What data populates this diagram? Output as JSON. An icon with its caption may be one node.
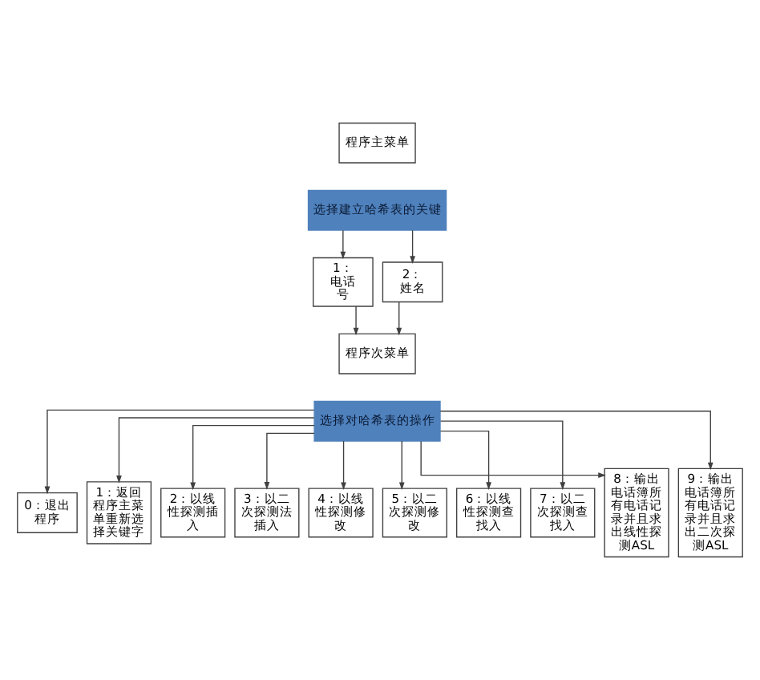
{
  "diagram": {
    "nodes": [
      {
        "text": [
          "程序主菜单"
        ]
      },
      {
        "text": [
          "选择建立哈希表的关键"
        ]
      },
      {
        "text": [
          "1：电话号"
        ]
      },
      {
        "text": [
          "2：姓名"
        ]
      },
      {
        "text": [
          "程序次菜单"
        ]
      },
      {
        "text": [
          "选择对哈希表的操作"
        ]
      },
      {
        "text": [
          "0：退出程序"
        ]
      },
      {
        "text": [
          "1：返回程序主菜单重新选择关键字"
        ]
      },
      {
        "text": [
          "2：以线性探测插入"
        ]
      },
      {
        "text": [
          "3：以二次探测法插入"
        ]
      },
      {
        "text": [
          "4：以线性探测修改"
        ]
      },
      {
        "text": [
          "5：以二次探测修改"
        ]
      },
      {
        "text": [
          "6：以线性探测查找入"
        ]
      },
      {
        "text": [
          "7：以二次探测查找入"
        ]
      },
      {
        "text": [
          "8：输出电话簿所有电话记录并且求出线性探测ASL"
        ]
      },
      {
        "text": [
          "9：输出电话簿所有电话记录并且求出二次探测ASL"
        ]
      }
    ],
    "edges": [
      {
        "from": 1,
        "to": 2,
        "arrow": "to"
      },
      {
        "from": 1,
        "to": 3,
        "arrow": "to"
      },
      {
        "from": 2,
        "to": 4,
        "arrow": "to"
      },
      {
        "from": 3,
        "to": 4,
        "arrow": "to"
      },
      {
        "from": 5,
        "to": 6,
        "arrow": "to"
      },
      {
        "from": 5,
        "to": 7,
        "arrow": "to"
      },
      {
        "from": 5,
        "to": 8,
        "arrow": "to"
      },
      {
        "from": 5,
        "to": 9,
        "arrow": "to"
      },
      {
        "from": 5,
        "to": 10,
        "arrow": "to"
      },
      {
        "from": 5,
        "to": 11,
        "arrow": "to"
      },
      {
        "from": 5,
        "to": 12,
        "arrow": "to"
      },
      {
        "from": 5,
        "to": 13,
        "arrow": "to"
      },
      {
        "from": 5,
        "to": 14,
        "arrow": "to"
      },
      {
        "from": 5,
        "to": 15,
        "arrow": "to"
      }
    ]
  }
}
